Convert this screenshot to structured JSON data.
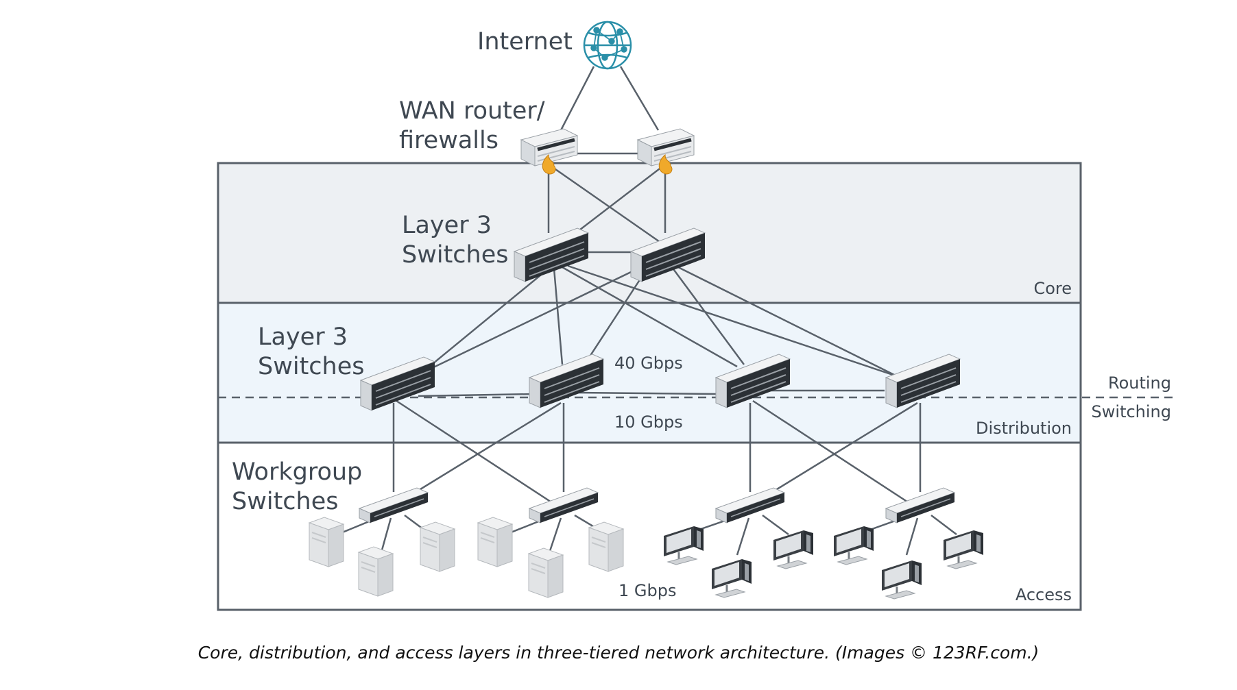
{
  "labels": {
    "internet": "Internet",
    "wan_line1": "WAN router/",
    "wan_line2": "firewalls",
    "core_switches_line1": "Layer 3",
    "core_switches_line2": "Switches",
    "dist_switches_line1": "Layer 3",
    "dist_switches_line2": "Switches",
    "workgroup_line1": "Workgroup",
    "workgroup_line2": "Switches",
    "speed_40": "40 Gbps",
    "speed_10": "10 Gbps",
    "speed_1": "1 Gbps",
    "core": "Core",
    "distribution": "Distribution",
    "access": "Access",
    "routing": "Routing",
    "switching": "Switching"
  },
  "caption": "Core, distribution, and access layers in three-tiered network architecture. (Images © 123RF.com.)",
  "colors": {
    "core_band": "#edf0f3",
    "distribution_band": "#eef5fb",
    "border": "#59616a",
    "line": "#59616a",
    "globe": "#2a8fa8",
    "flame": "#f0a92a",
    "device": "#e6e8ea"
  }
}
